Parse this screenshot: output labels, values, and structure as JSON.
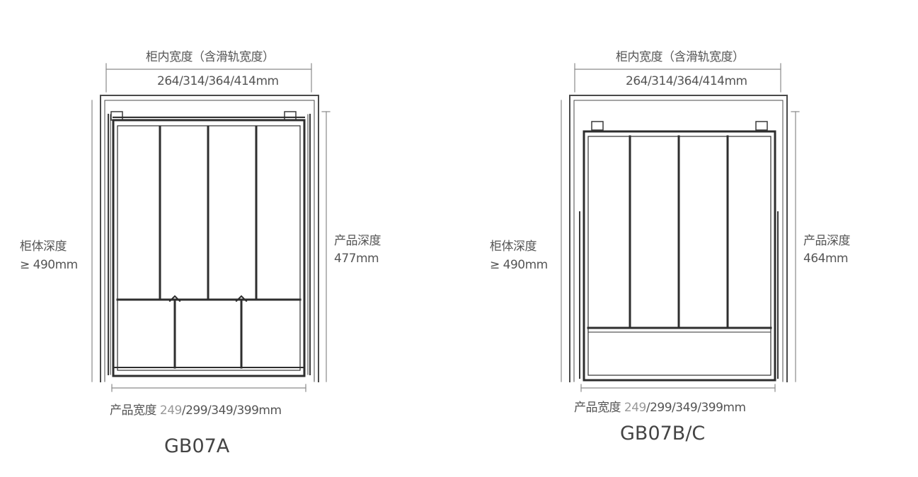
{
  "colors": {
    "dim_line": "#8a8a8a",
    "frame": "#3a3a3a",
    "text": "#555555",
    "accent_value": "#999999"
  },
  "diagrams": [
    {
      "model": "GB07A",
      "cabinet_inner_width_label": "柜内宽度（含滑轨宽度）",
      "cabinet_inner_width_value": "264/314/364/414mm",
      "cabinet_depth_label": "柜体深度",
      "cabinet_depth_value": "≥ 490mm",
      "product_depth_label": "产品深度",
      "product_depth_value": "477mm",
      "product_width_label": "产品宽度",
      "product_width_value_first": "249",
      "product_width_value_rest": "/299/349/399mm"
    },
    {
      "model": "GB07B/C",
      "cabinet_inner_width_label": "柜内宽度（含滑轨宽度）",
      "cabinet_inner_width_value": "264/314/364/414mm",
      "cabinet_depth_label": "柜体深度",
      "cabinet_depth_value": "≥ 490mm",
      "product_depth_label": "产品深度",
      "product_depth_value": "464mm",
      "product_width_label": "产品宽度",
      "product_width_value_first": "249",
      "product_width_value_rest": "/299/349/399mm"
    }
  ]
}
